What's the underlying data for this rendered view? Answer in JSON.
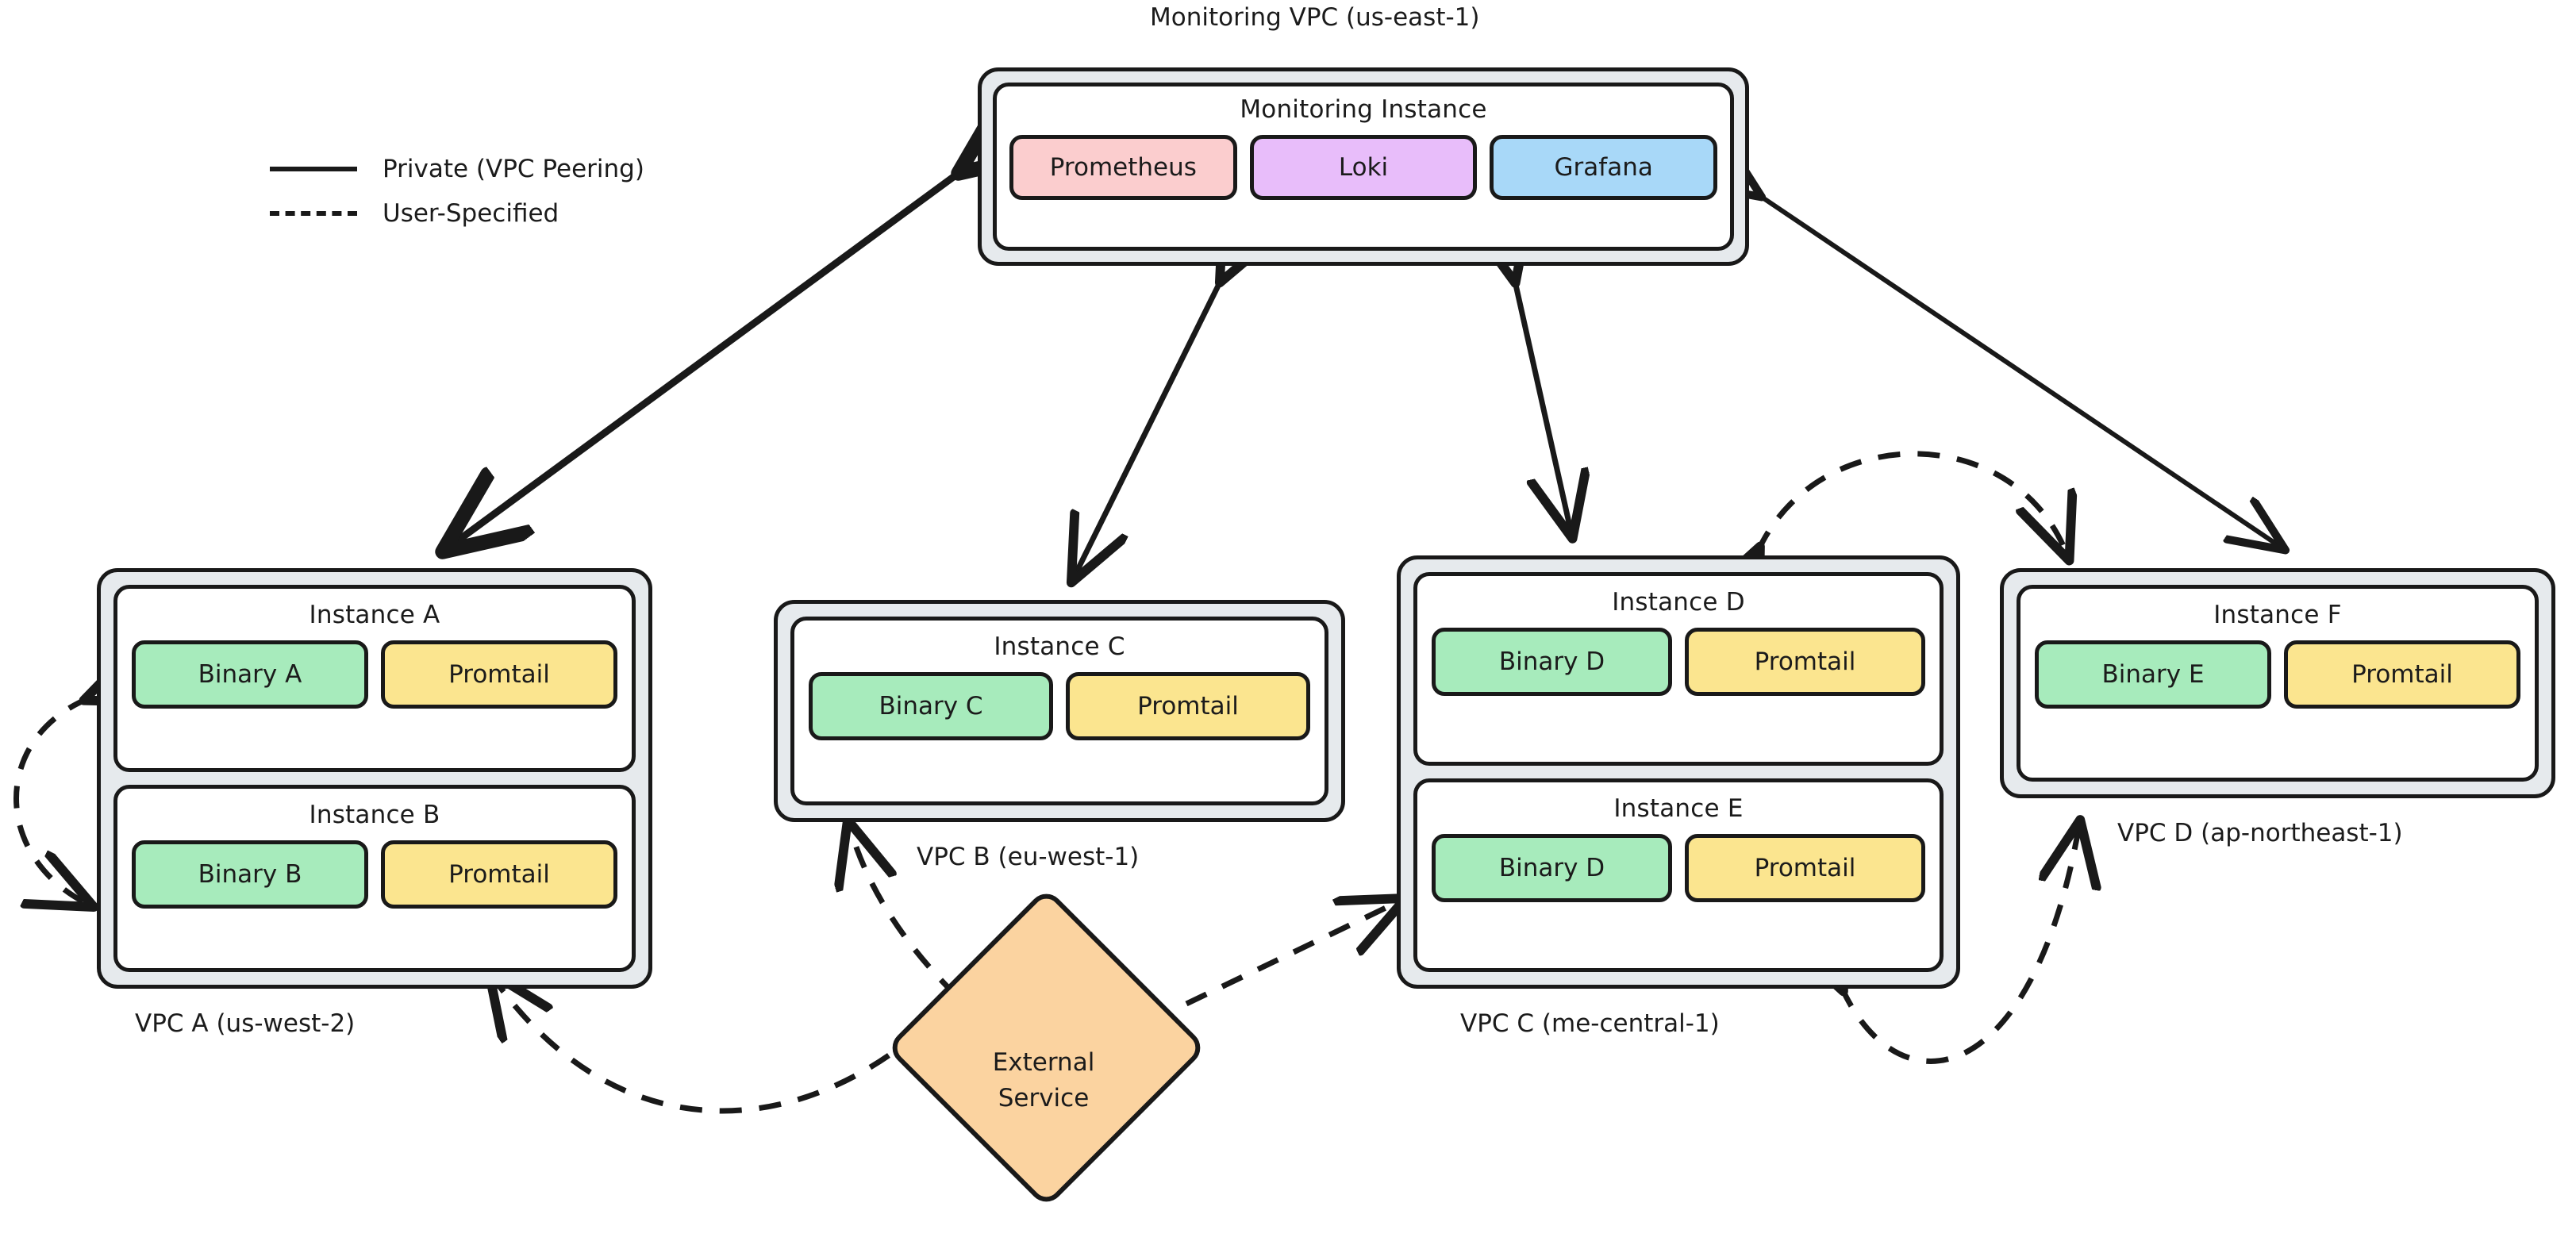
{
  "legend": {
    "items": [
      {
        "style": "solid",
        "label": "Private (VPC Peering)"
      },
      {
        "style": "dashed",
        "label": "User-Specified"
      }
    ]
  },
  "monitoring_vpc": {
    "label": "Monitoring VPC (us-east-1)",
    "instance": {
      "title": "Monitoring Instance",
      "components": [
        {
          "name": "Prometheus",
          "color": "#fbcdce"
        },
        {
          "name": "Loki",
          "color": "#e8bdfa"
        },
        {
          "name": "Grafana",
          "color": "#a8d8f8"
        }
      ]
    }
  },
  "vpcs": [
    {
      "id": "vpc-a",
      "label": "VPC A (us-west-2)",
      "instances": [
        {
          "title": "Instance A",
          "components": [
            {
              "name": "Binary A",
              "color": "#a7ebbc"
            },
            {
              "name": "Promtail",
              "color": "#fbe58f"
            }
          ]
        },
        {
          "title": "Instance B",
          "components": [
            {
              "name": "Binary B",
              "color": "#a7ebbc"
            },
            {
              "name": "Promtail",
              "color": "#fbe58f"
            }
          ]
        }
      ]
    },
    {
      "id": "vpc-b",
      "label": "VPC B (eu-west-1)",
      "instances": [
        {
          "title": "Instance C",
          "components": [
            {
              "name": "Binary C",
              "color": "#a7ebbc"
            },
            {
              "name": "Promtail",
              "color": "#fbe58f"
            }
          ]
        }
      ]
    },
    {
      "id": "vpc-c",
      "label": "VPC C (me-central-1)",
      "instances": [
        {
          "title": "Instance D",
          "components": [
            {
              "name": "Binary D",
              "color": "#a7ebbc"
            },
            {
              "name": "Promtail",
              "color": "#fbe58f"
            }
          ]
        },
        {
          "title": "Instance E",
          "components": [
            {
              "name": "Binary D",
              "color": "#a7ebbc"
            },
            {
              "name": "Promtail",
              "color": "#fbe58f"
            }
          ]
        }
      ]
    },
    {
      "id": "vpc-d",
      "label": "VPC D (ap-northeast-1)",
      "instances": [
        {
          "title": "Instance F",
          "components": [
            {
              "name": "Binary E",
              "color": "#a7ebbc"
            },
            {
              "name": "Promtail",
              "color": "#fbe58f"
            }
          ]
        }
      ]
    }
  ],
  "external_service": {
    "line1": "External",
    "line2": "Service"
  },
  "colors": {
    "stroke": "#191919",
    "vpc_fill": "#e6eaed",
    "instance_fill": "#ffffff",
    "green": "#a7ebbc",
    "yellow": "#fbe58f",
    "pink": "#fbcdce",
    "purple": "#e8bdfa",
    "blue": "#a8d8f8",
    "orange": "#fbd3a0"
  },
  "edges": [
    {
      "from": "monitoring-vpc",
      "to": "vpc-a",
      "style": "solid",
      "direction": "both"
    },
    {
      "from": "monitoring-vpc",
      "to": "vpc-b",
      "style": "solid",
      "direction": "both"
    },
    {
      "from": "monitoring-vpc",
      "to": "vpc-c",
      "style": "solid",
      "direction": "both"
    },
    {
      "from": "monitoring-vpc",
      "to": "vpc-d",
      "style": "solid",
      "direction": "both"
    },
    {
      "from": "vpc-a",
      "to": "vpc-a",
      "style": "dashed",
      "direction": "both"
    },
    {
      "from": "vpc-c",
      "to": "vpc-d",
      "style": "dashed",
      "direction": "both"
    },
    {
      "from": "vpc-d",
      "to": "vpc-c",
      "style": "dashed",
      "direction": "both"
    },
    {
      "from": "external-service",
      "to": "vpc-a",
      "style": "dashed",
      "direction": "forward"
    },
    {
      "from": "external-service",
      "to": "vpc-b",
      "style": "dashed",
      "direction": "forward"
    },
    {
      "from": "external-service",
      "to": "vpc-c",
      "style": "dashed",
      "direction": "forward"
    }
  ]
}
